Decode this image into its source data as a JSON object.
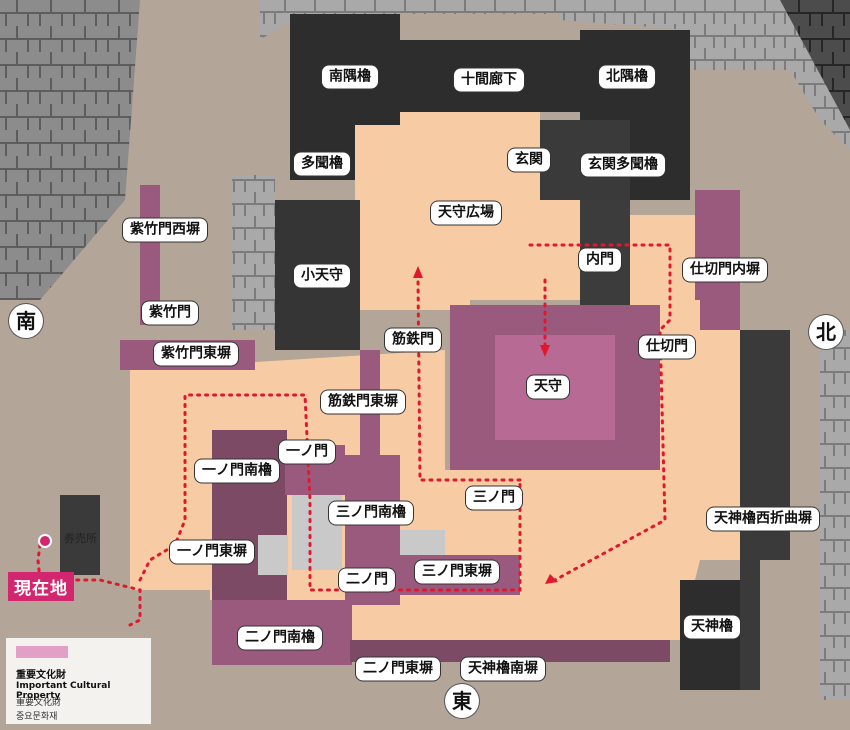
{
  "labels": {
    "minami_sumi_yagura": "南隅櫓",
    "jikken_rouka": "十間廊下",
    "kita_sumi_yagura": "北隅櫓",
    "tamon_yagura": "多聞櫓",
    "genkan": "玄関",
    "genkan_tamon": "玄関多聞櫓",
    "tenshu_hiroba": "天守広場",
    "shishikuchi_nishi": "紫竹門西塀",
    "uchi_mon": "内門",
    "shikiri_uchi_bei": "仕切門内塀",
    "ko_tenshu": "小天守",
    "shishiku_mon": "紫竹門",
    "sujigane_mon": "筋鉄門",
    "shikiri_mon": "仕切門",
    "shishiku_higashi": "紫竹門東塀",
    "tenshu": "天守",
    "sujigane_higashi": "筋鉄門東塀",
    "ichi_no_mon": "一ノ門",
    "ichi_minami": "一ノ門南櫓",
    "san_no_mon": "三ノ門",
    "san_minami": "三ノ門南櫓",
    "tenjin_nishi": "天神櫓西折曲塀",
    "ichi_higashi": "一ノ門東塀",
    "san_higashi": "三ノ門東塀",
    "ni_no_mon": "二ノ門",
    "ni_minami": "二ノ門南櫓",
    "tenjin": "天神櫓",
    "ni_higashi": "二ノ門東塀",
    "tenjin_minami": "天神櫓南塀"
  },
  "compass": {
    "south": "南",
    "north": "北",
    "east": "東"
  },
  "ticket_office": "券売所",
  "current_location": "現在地",
  "legend": {
    "swatch_color": "#e3a0c7",
    "ja": "重要文化財",
    "en": "Important Cultural Property",
    "zh": "重要文化財",
    "ko": "중요문화재"
  },
  "colors": {
    "ground": "#f7cba4",
    "building_purple": "#9a5a7e",
    "building_dark": "#2d2d2d",
    "stone_wall": "#8a8a8a",
    "route": "#e0182e"
  }
}
